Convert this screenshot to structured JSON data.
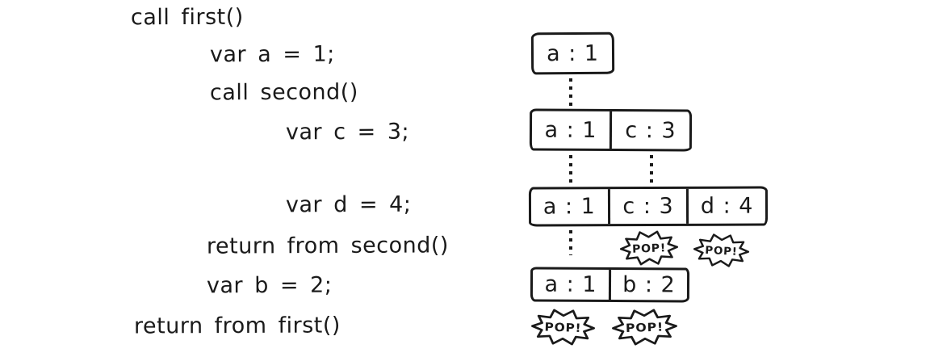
{
  "colors": {
    "ink": "#1a1a1a",
    "background": "#ffffff"
  },
  "code_lines": [
    {
      "indent": 0,
      "text": "call first()"
    },
    {
      "indent": 1,
      "text": "var a = 1;"
    },
    {
      "indent": 1,
      "text": "call second()"
    },
    {
      "indent": 2,
      "text": "var c = 3;"
    },
    {
      "indent": 2,
      "text": "var d = 4;"
    },
    {
      "indent": 1,
      "text": "return from second()"
    },
    {
      "indent": 1,
      "text": "var b = 2;"
    },
    {
      "indent": 0,
      "text": "return from first()"
    }
  ],
  "stack_frames": [
    {
      "cells": [
        "a : 1"
      ]
    },
    {
      "cells": [
        "a : 1",
        "c : 3"
      ]
    },
    {
      "cells": [
        "a : 1",
        "c : 3",
        "d : 4"
      ]
    },
    {
      "cells": [
        "a : 1",
        "b : 2"
      ]
    }
  ],
  "pop_label": "POP!"
}
